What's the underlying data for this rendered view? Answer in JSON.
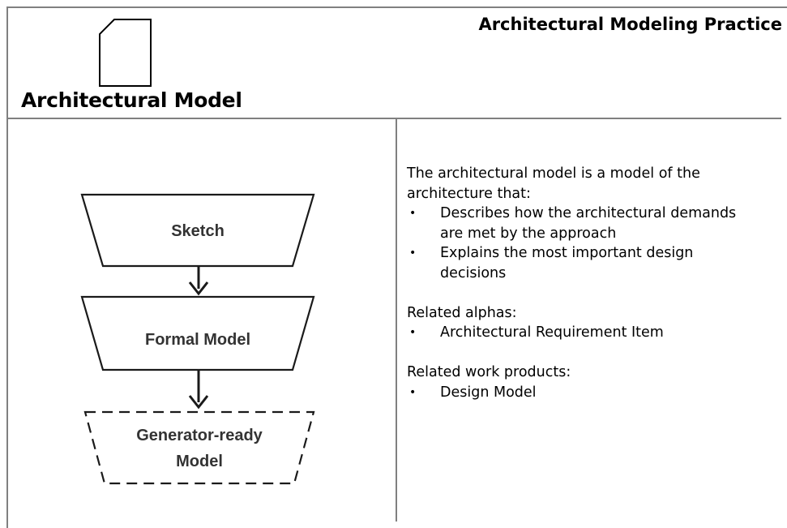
{
  "header": {
    "practice_title": "Architectural Modeling Practice",
    "card_title": "Architectural Model",
    "card_icon": "document-icon"
  },
  "diagram": {
    "nodes": [
      {
        "id": "sketch",
        "label": "Sketch",
        "style": "solid"
      },
      {
        "id": "formal",
        "label": "Formal Model",
        "style": "solid"
      },
      {
        "id": "generator",
        "label_line1": "Generator-ready",
        "label_line2": "Model",
        "style": "dashed"
      }
    ],
    "edges": [
      {
        "from": "sketch",
        "to": "formal"
      },
      {
        "from": "formal",
        "to": "generator"
      }
    ]
  },
  "description": {
    "intro_line1": "The architectural model is a model of the",
    "intro_line2": "architecture that:",
    "points": [
      {
        "line1": "Describes how the architectural demands",
        "line2": "are met by the approach"
      },
      {
        "line1": "Explains the most important design",
        "line2": "decisions"
      }
    ],
    "related_alphas_label": "Related alphas:",
    "related_alphas": [
      "Architectural Requirement Item"
    ],
    "related_work_products_label": "Related work products:",
    "related_work_products": [
      "Design Model"
    ]
  },
  "colors": {
    "rule": "#808080",
    "text": "#000000",
    "shape_stroke": "#1a1a1a",
    "node_text": "#333333"
  }
}
